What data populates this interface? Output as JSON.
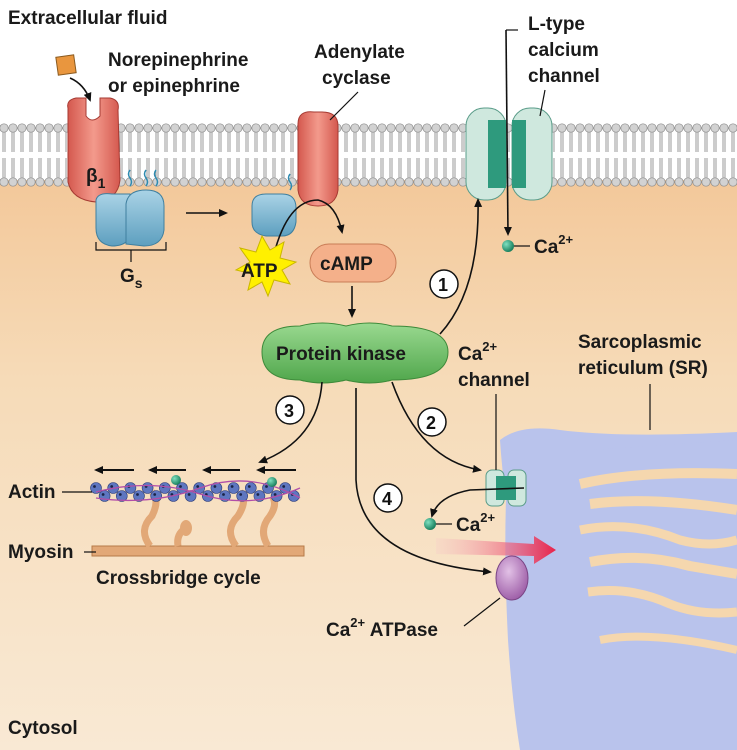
{
  "labels": {
    "extracellular": "Extracellular fluid",
    "cytosol": "Cytosol",
    "ligand_line1": "Norepinephrine",
    "ligand_line2": "or epinephrine",
    "beta": "β",
    "beta_sub": "1",
    "gs": "G",
    "gs_sub": "s",
    "adenylate_line1": "Adenylate",
    "adenylate_line2": "cyclase",
    "ltype_line1": "L-type",
    "ltype_line2": "calcium",
    "ltype_line3": "channel",
    "atp": "ATP",
    "camp": "cAMP",
    "protein_kinase": "Protein kinase",
    "ca_top": "Ca",
    "ca_top_sup": "2+",
    "ca_channel_line1": "Ca",
    "ca_channel_sup": "2+",
    "ca_channel_line2": "channel",
    "sr_line1": "Sarcoplasmic",
    "sr_line2": "reticulum (SR)",
    "ca_mid": "Ca",
    "ca_mid_sup": "2+",
    "actin": "Actin",
    "myosin": "Myosin",
    "crossbridge": "Crossbridge cycle",
    "atpase_ca": "Ca",
    "atpase_sup": "2+",
    "atpase_rest": " ATPase",
    "step1": "1",
    "step2": "2",
    "step3": "3",
    "step4": "4"
  },
  "colors": {
    "extracellular_bg": "#ffffff",
    "cytosol_bg": "#f5d7ae",
    "membrane_head": "#d0d0d0",
    "receptor": "#e8786a",
    "gprotein": "#8fc3db",
    "channel": "#cfe8de",
    "channel_dark": "#2e9a7d",
    "protein_kinase": "#6dbf67",
    "camp": "#f2b48c",
    "atp": "#ffee00",
    "sr": "#b9c3ec",
    "atpase": "#c48fc4",
    "calcium_ion": "#1e9b73",
    "actin": "#5e76c0",
    "myosin": "#e2a877",
    "pump_arrow": "#e8234a"
  }
}
